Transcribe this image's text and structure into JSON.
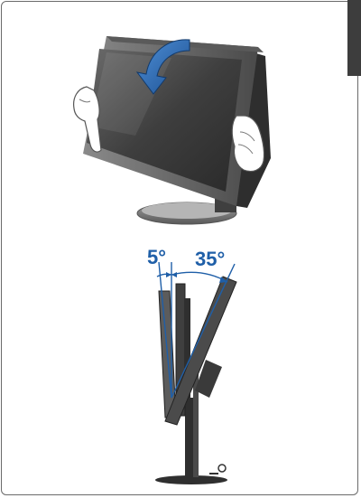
{
  "tilt": {
    "forward_angle_label": "5°",
    "backward_angle_label": "35°",
    "forward_angle_deg": 5,
    "backward_angle_deg": 35
  },
  "colors": {
    "accent_blue": "#1f5fa8",
    "monitor_dark": "#3a3a3a",
    "monitor_screen": "#4a4a4a",
    "frame_border": "#6a6a6a",
    "side_tab": "#3d3d3d"
  },
  "icons": {
    "tilt_arrow": "curved-arrow-icon",
    "hand_left": "hand-icon",
    "hand_right": "hand-icon"
  }
}
